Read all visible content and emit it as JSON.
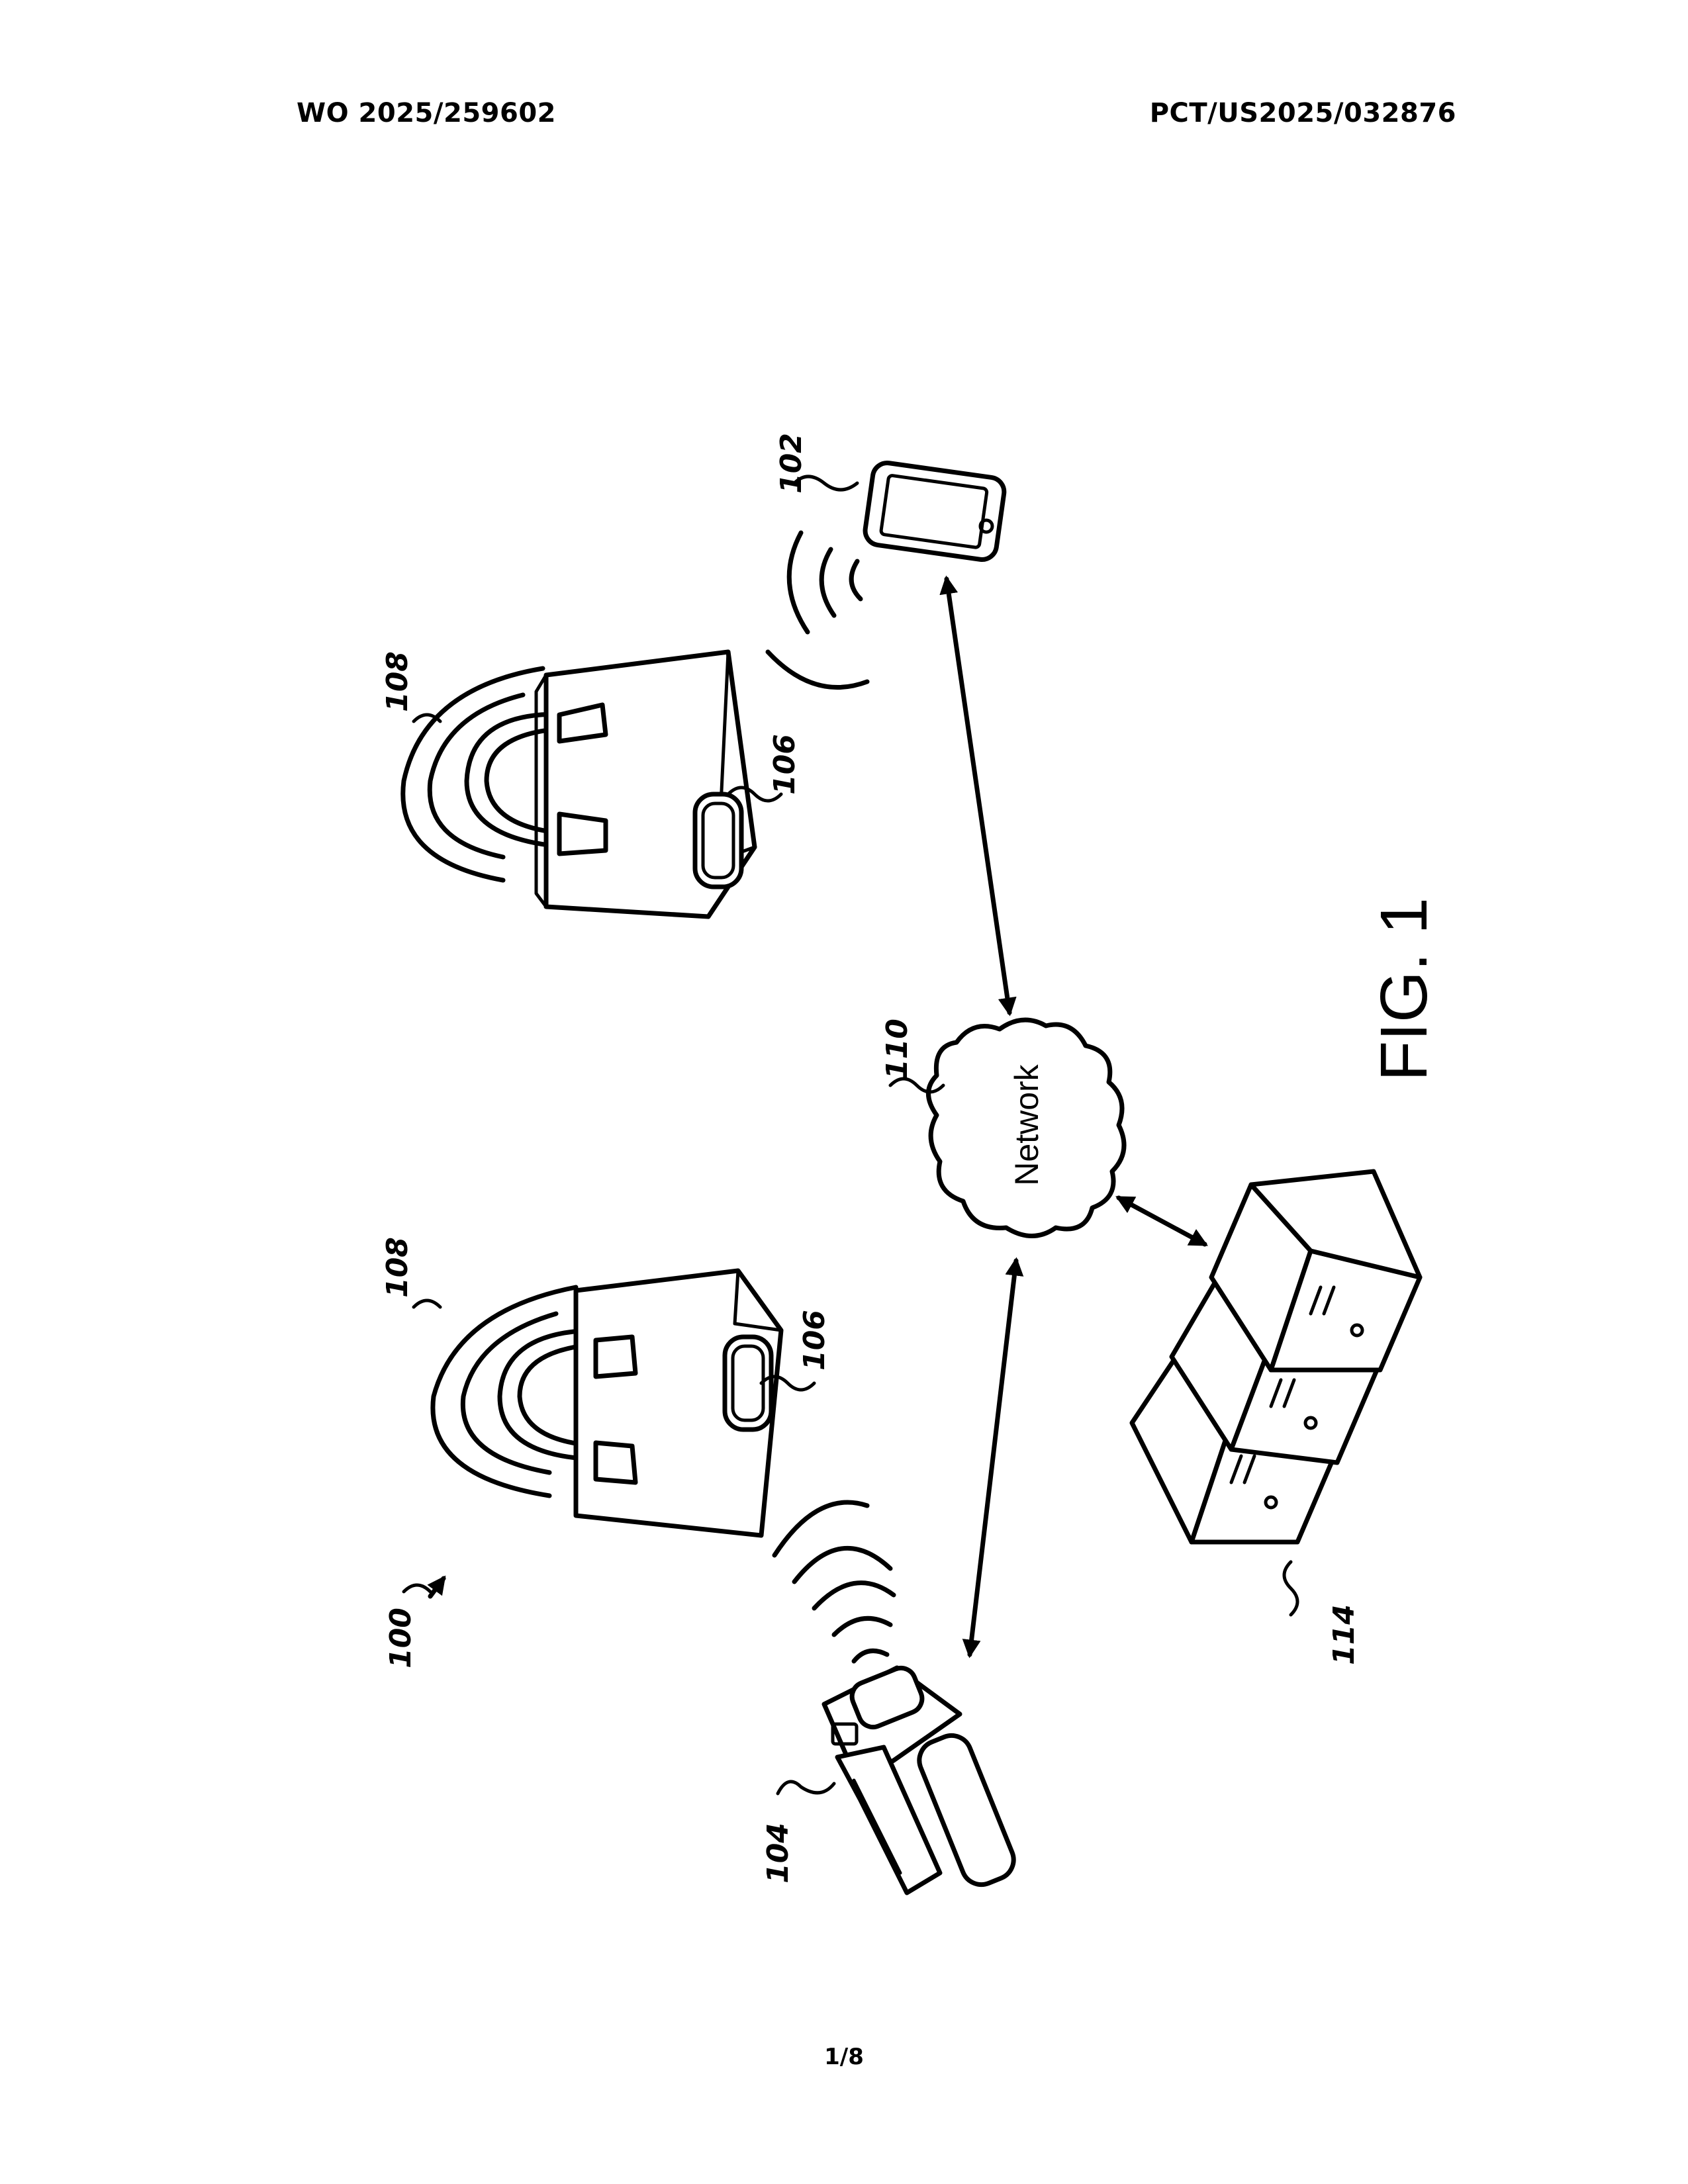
{
  "header": {
    "publication_number": "WO 2025/259602",
    "application_number": "PCT/US2025/032876"
  },
  "figure": {
    "caption": "FIG. 1",
    "network_label": "Network",
    "refs": {
      "system": "100",
      "mobile_device": "102",
      "handheld_reader": "104",
      "tag_right": "106",
      "tag_left": "106",
      "bag_right": "108",
      "bag_left": "108",
      "network": "110",
      "servers": "114"
    }
  },
  "footer": {
    "page": "1/8"
  }
}
